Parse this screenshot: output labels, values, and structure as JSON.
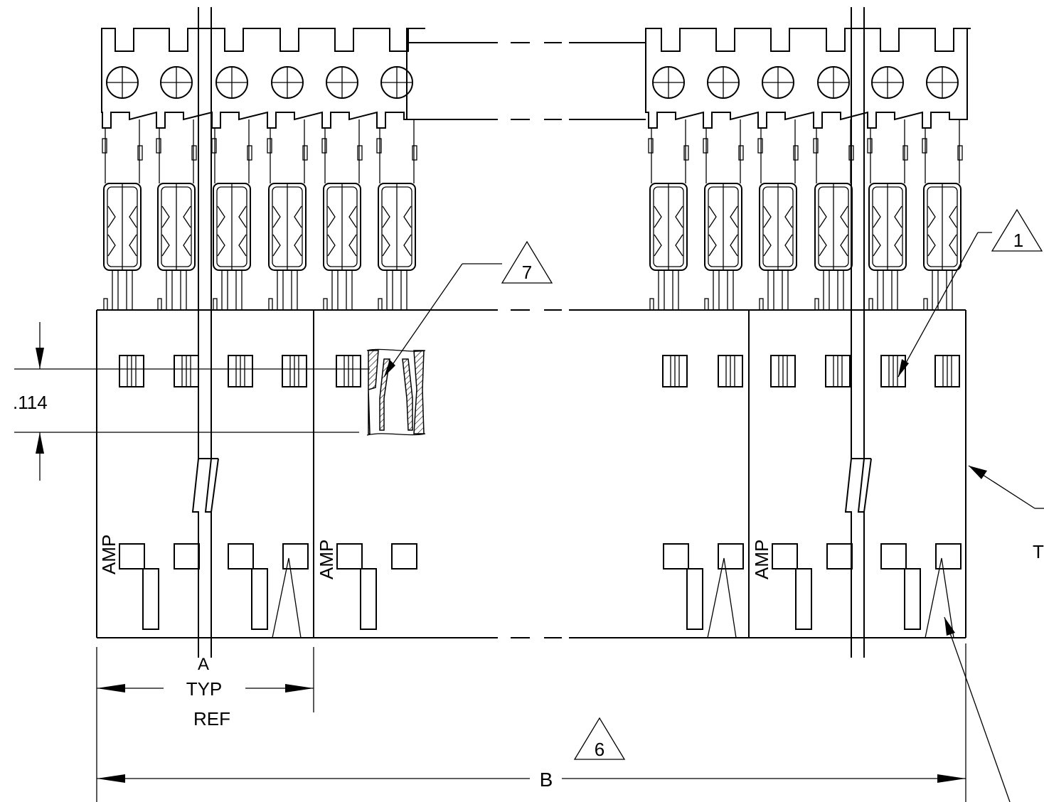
{
  "labels": {
    "dim_pitch": ".114",
    "dim_a": "A",
    "dim_typ": "TYP",
    "dim_ref": "REF",
    "dim_b": "B",
    "marking": "AMP",
    "partial_t": "T"
  },
  "callouts": {
    "one": "1",
    "six": "6",
    "seven": "7"
  },
  "colors": {
    "line": "#000000",
    "background": "#ffffff",
    "hatch": "#000000"
  }
}
